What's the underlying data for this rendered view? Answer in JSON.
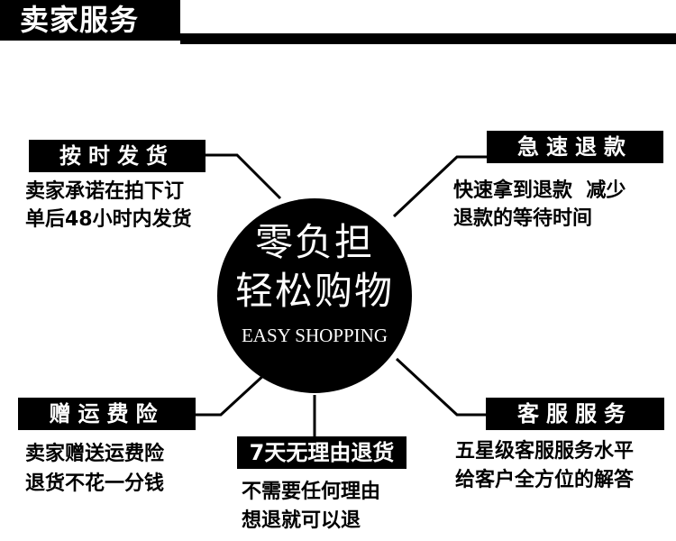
{
  "header": {
    "title": "卖家服务"
  },
  "center": {
    "line1": "零负担",
    "line2": "轻松购物",
    "english": "EASY SHOPPING"
  },
  "features": {
    "delivery": {
      "title": "按时发货",
      "desc_line1": "卖家承诺在拍下订",
      "desc_line2": "单后48小时内发货"
    },
    "refund": {
      "title": "急速退款",
      "desc_line1": "快速拿到退款  减少",
      "desc_line2": "退款的等待时间"
    },
    "shipping": {
      "title": "赠运费险",
      "desc_line1": "卖家赠送运费险",
      "desc_line2": "退货不花一分钱"
    },
    "returns": {
      "title": "7天无理由退货",
      "desc_line1": "不需要任何理由",
      "desc_line2": "想退就可以退"
    },
    "service": {
      "title": "客服服务",
      "desc_line1": "五星级客服服务水平",
      "desc_line2": "给客户全方位的解答"
    }
  }
}
